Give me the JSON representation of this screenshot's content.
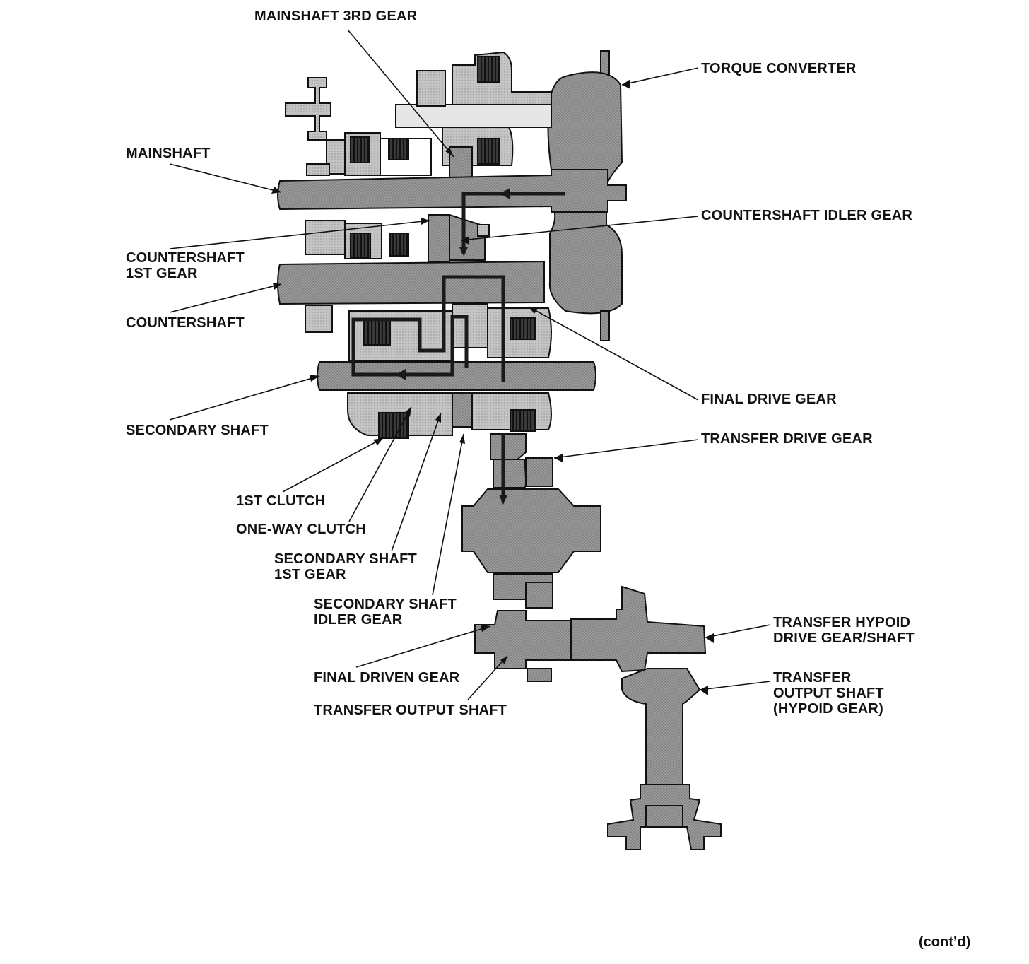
{
  "labels": {
    "mainshaft_3rd_gear": "MAINSHAFT 3RD GEAR",
    "torque_converter": "TORQUE CONVERTER",
    "mainshaft": "MAINSHAFT",
    "countershaft_idler_gear": "COUNTERSHAFT IDLER GEAR",
    "countershaft_1st_gear": [
      "COUNTERSHAFT",
      "1ST GEAR"
    ],
    "countershaft": "COUNTERSHAFT",
    "final_drive_gear": "FINAL DRIVE GEAR",
    "secondary_shaft": "SECONDARY SHAFT",
    "transfer_drive_gear": "TRANSFER DRIVE GEAR",
    "first_clutch": "1ST CLUTCH",
    "one_way_clutch": "ONE-WAY CLUTCH",
    "secondary_shaft_1st_gear": [
      "SECONDARY SHAFT",
      "1ST GEAR"
    ],
    "secondary_shaft_idler_gear": [
      "SECONDARY SHAFT",
      "IDLER GEAR"
    ],
    "transfer_hypoid_drive_gear_shaft": [
      "TRANSFER HYPOID",
      "DRIVE GEAR/SHAFT"
    ],
    "transfer_output_shaft_hypoid_gear": [
      "TRANSFER",
      "OUTPUT SHAFT",
      "(HYPOID GEAR)"
    ],
    "final_driven_gear": "FINAL DRIVEN GEAR",
    "transfer_output_shaft": "TRANSFER OUTPUT SHAFT"
  },
  "footer": {
    "contd": "(cont’d)"
  },
  "colors": {
    "part_fill": "#8f8f8f",
    "part_light": "#bdbdbd",
    "part_dark": "#4a4a4a",
    "outline": "#111111",
    "power_flow": "#1a1a1a"
  }
}
